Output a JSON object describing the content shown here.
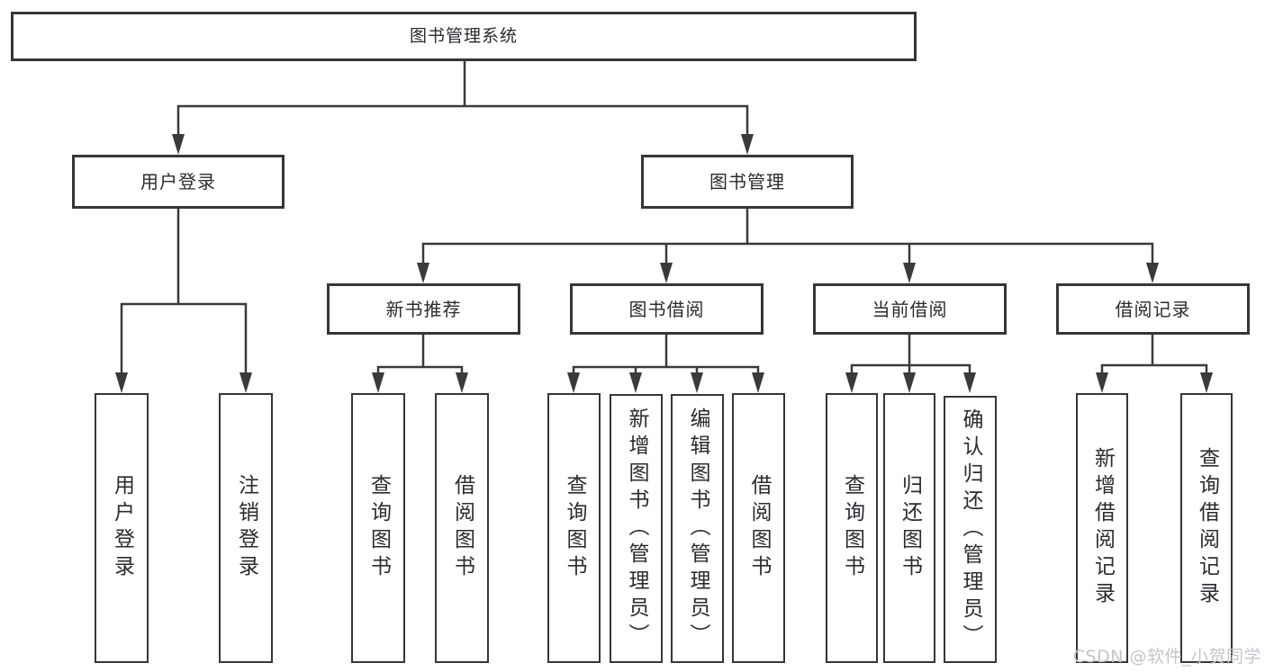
{
  "diagram": {
    "root": {
      "label": "图书管理系统"
    },
    "branches": [
      {
        "label": "用户登录",
        "children": [
          {
            "label": "用户登录"
          },
          {
            "label": "注销登录"
          }
        ]
      },
      {
        "label": "图书管理",
        "children": [
          {
            "label": "新书推荐",
            "children": [
              {
                "label": "查询图书"
              },
              {
                "label": "借阅图书"
              }
            ]
          },
          {
            "label": "图书借阅",
            "children": [
              {
                "label": "查询图书"
              },
              {
                "label": "新增图书（管理员）"
              },
              {
                "label": "编辑图书（管理员）"
              },
              {
                "label": "借阅图书"
              }
            ]
          },
          {
            "label": "当前借阅",
            "children": [
              {
                "label": "查询图书"
              },
              {
                "label": "归还图书"
              },
              {
                "label": "确认归还（管理员）"
              }
            ]
          },
          {
            "label": "借阅记录",
            "children": [
              {
                "label": "新增借阅记录"
              },
              {
                "label": "查询借阅记录"
              }
            ]
          }
        ]
      }
    ]
  },
  "watermark": {
    "text": "CSDN @软件_小贺同学"
  },
  "colors": {
    "line": "#3a3a3a",
    "box_border": "#363636",
    "text": "#2b2b30",
    "background": "#ffffff",
    "watermark": "#c5c5cb"
  }
}
